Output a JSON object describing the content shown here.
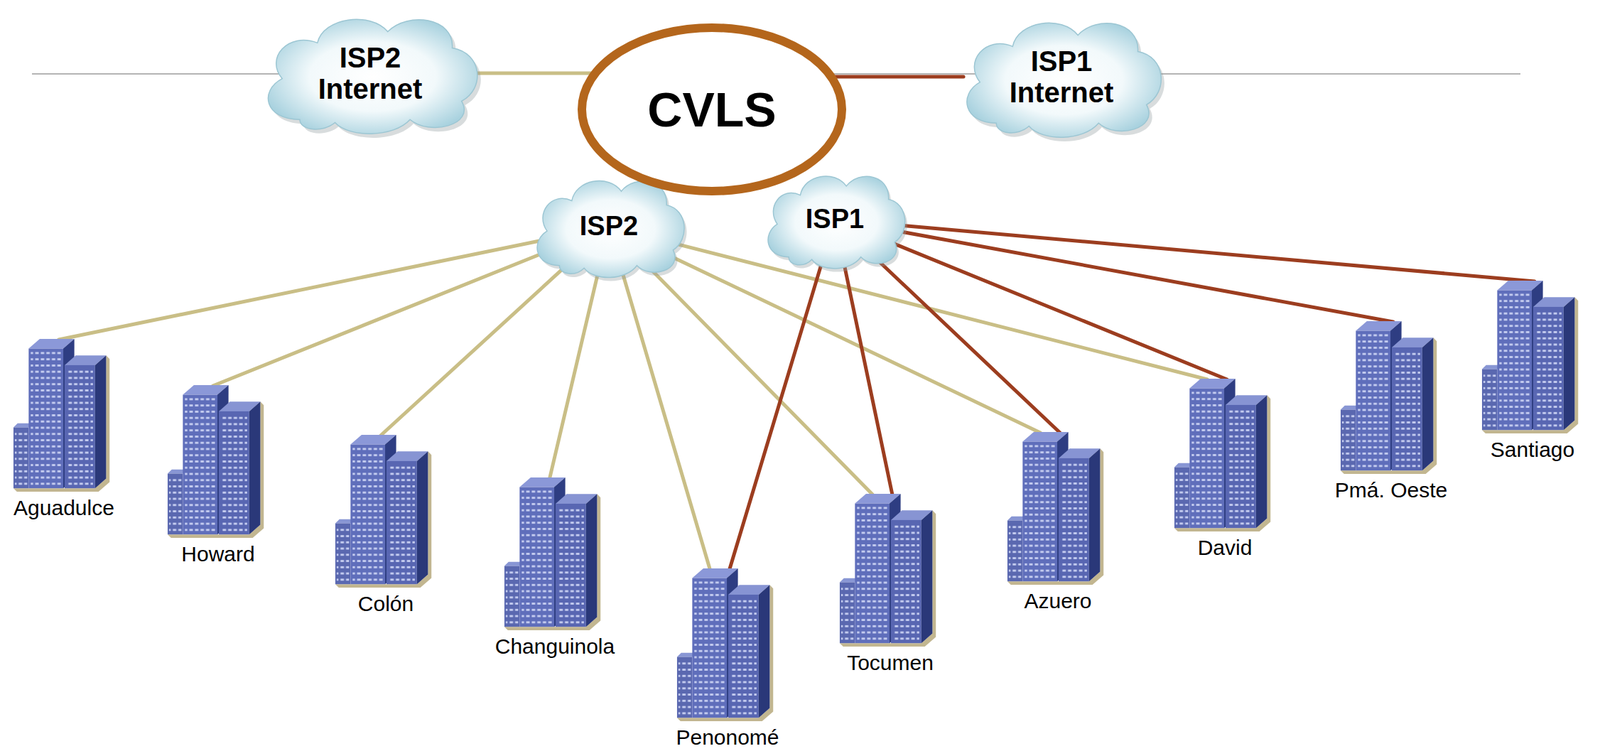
{
  "diagram": {
    "nodes": [
      {
        "text": [
          "ISP2 Internet"
        ]
      },
      {
        "text": [
          "CVLS"
        ]
      },
      {
        "text": [
          "ISP1 Internet"
        ]
      },
      {
        "text": [
          "ISP2"
        ]
      },
      {
        "text": [
          "ISP1"
        ]
      },
      {
        "text": [
          "Aguadulce"
        ]
      },
      {
        "text": [
          "Howard"
        ]
      },
      {
        "text": [
          "Colón"
        ]
      },
      {
        "text": [
          "Changuinola"
        ]
      },
      {
        "text": [
          "Penonomé"
        ]
      },
      {
        "text": [
          "Tocumen"
        ]
      },
      {
        "text": [
          "Azuero"
        ]
      },
      {
        "text": [
          "David"
        ]
      },
      {
        "text": [
          "Pmá. Oeste"
        ]
      },
      {
        "text": [
          "Santiago"
        ]
      }
    ],
    "edges": [
      {
        "from": 0,
        "to": 1,
        "arrow": "none"
      },
      {
        "from": 1,
        "to": 2,
        "arrow": "none"
      },
      {
        "from": 3,
        "to": 5,
        "arrow": "none"
      },
      {
        "from": 3,
        "to": 6,
        "arrow": "none"
      },
      {
        "from": 3,
        "to": 7,
        "arrow": "none"
      },
      {
        "from": 3,
        "to": 8,
        "arrow": "none"
      },
      {
        "from": 3,
        "to": 9,
        "arrow": "none"
      },
      {
        "from": 3,
        "to": 10,
        "arrow": "none"
      },
      {
        "from": 3,
        "to": 11,
        "arrow": "none"
      },
      {
        "from": 3,
        "to": 12,
        "arrow": "none"
      },
      {
        "from": 4,
        "to": 9,
        "arrow": "none"
      },
      {
        "from": 4,
        "to": 10,
        "arrow": "none"
      },
      {
        "from": 4,
        "to": 11,
        "arrow": "none"
      },
      {
        "from": 4,
        "to": 12,
        "arrow": "none"
      },
      {
        "from": 4,
        "to": 13,
        "arrow": "none"
      },
      {
        "from": 4,
        "to": 14,
        "arrow": "none"
      }
    ]
  }
}
